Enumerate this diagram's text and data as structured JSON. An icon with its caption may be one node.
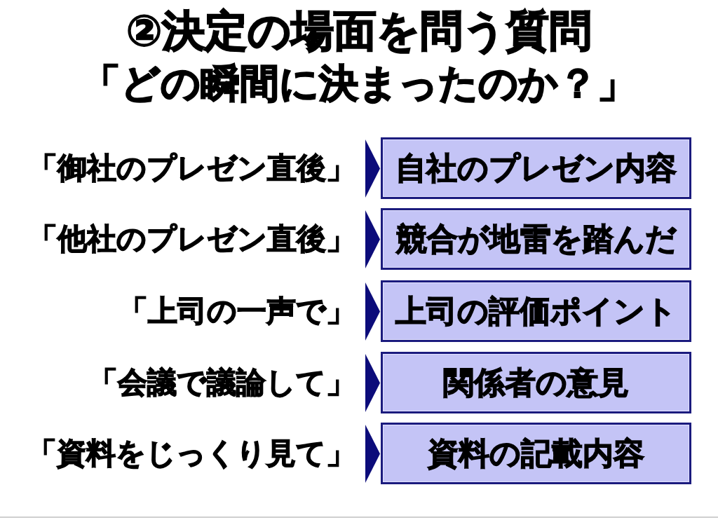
{
  "diagram": {
    "title": "②決定の場面を問う質問",
    "nodes": [
      {
        "text": [
          "「御社のプレゼン直後」"
        ]
      },
      {
        "text": [
          "自社のプレゼン内容"
        ]
      },
      {
        "text": [
          "「他社のプレゼン直後」"
        ]
      },
      {
        "text": [
          "競合が地雷を踏んだ"
        ]
      },
      {
        "text": [
          "「上司の一声で」"
        ]
      },
      {
        "text": [
          "上司の評価ポイント"
        ]
      },
      {
        "text": [
          "「会議で議論して」"
        ]
      },
      {
        "text": [
          "関係者の意見"
        ]
      },
      {
        "text": [
          "「資料をじっくり見て」"
        ]
      },
      {
        "text": [
          "資料の記載内容"
        ]
      }
    ],
    "edges": [
      {
        "from": 0,
        "to": 1,
        "arrow": "to"
      },
      {
        "from": 2,
        "to": 3,
        "arrow": "to"
      },
      {
        "from": 4,
        "to": 5,
        "arrow": "to"
      },
      {
        "from": 6,
        "to": 7,
        "arrow": "to"
      },
      {
        "from": 8,
        "to": 9,
        "arrow": "to"
      }
    ],
    "labels": [
      "「どの瞬間に決まったのか？」"
    ]
  }
}
